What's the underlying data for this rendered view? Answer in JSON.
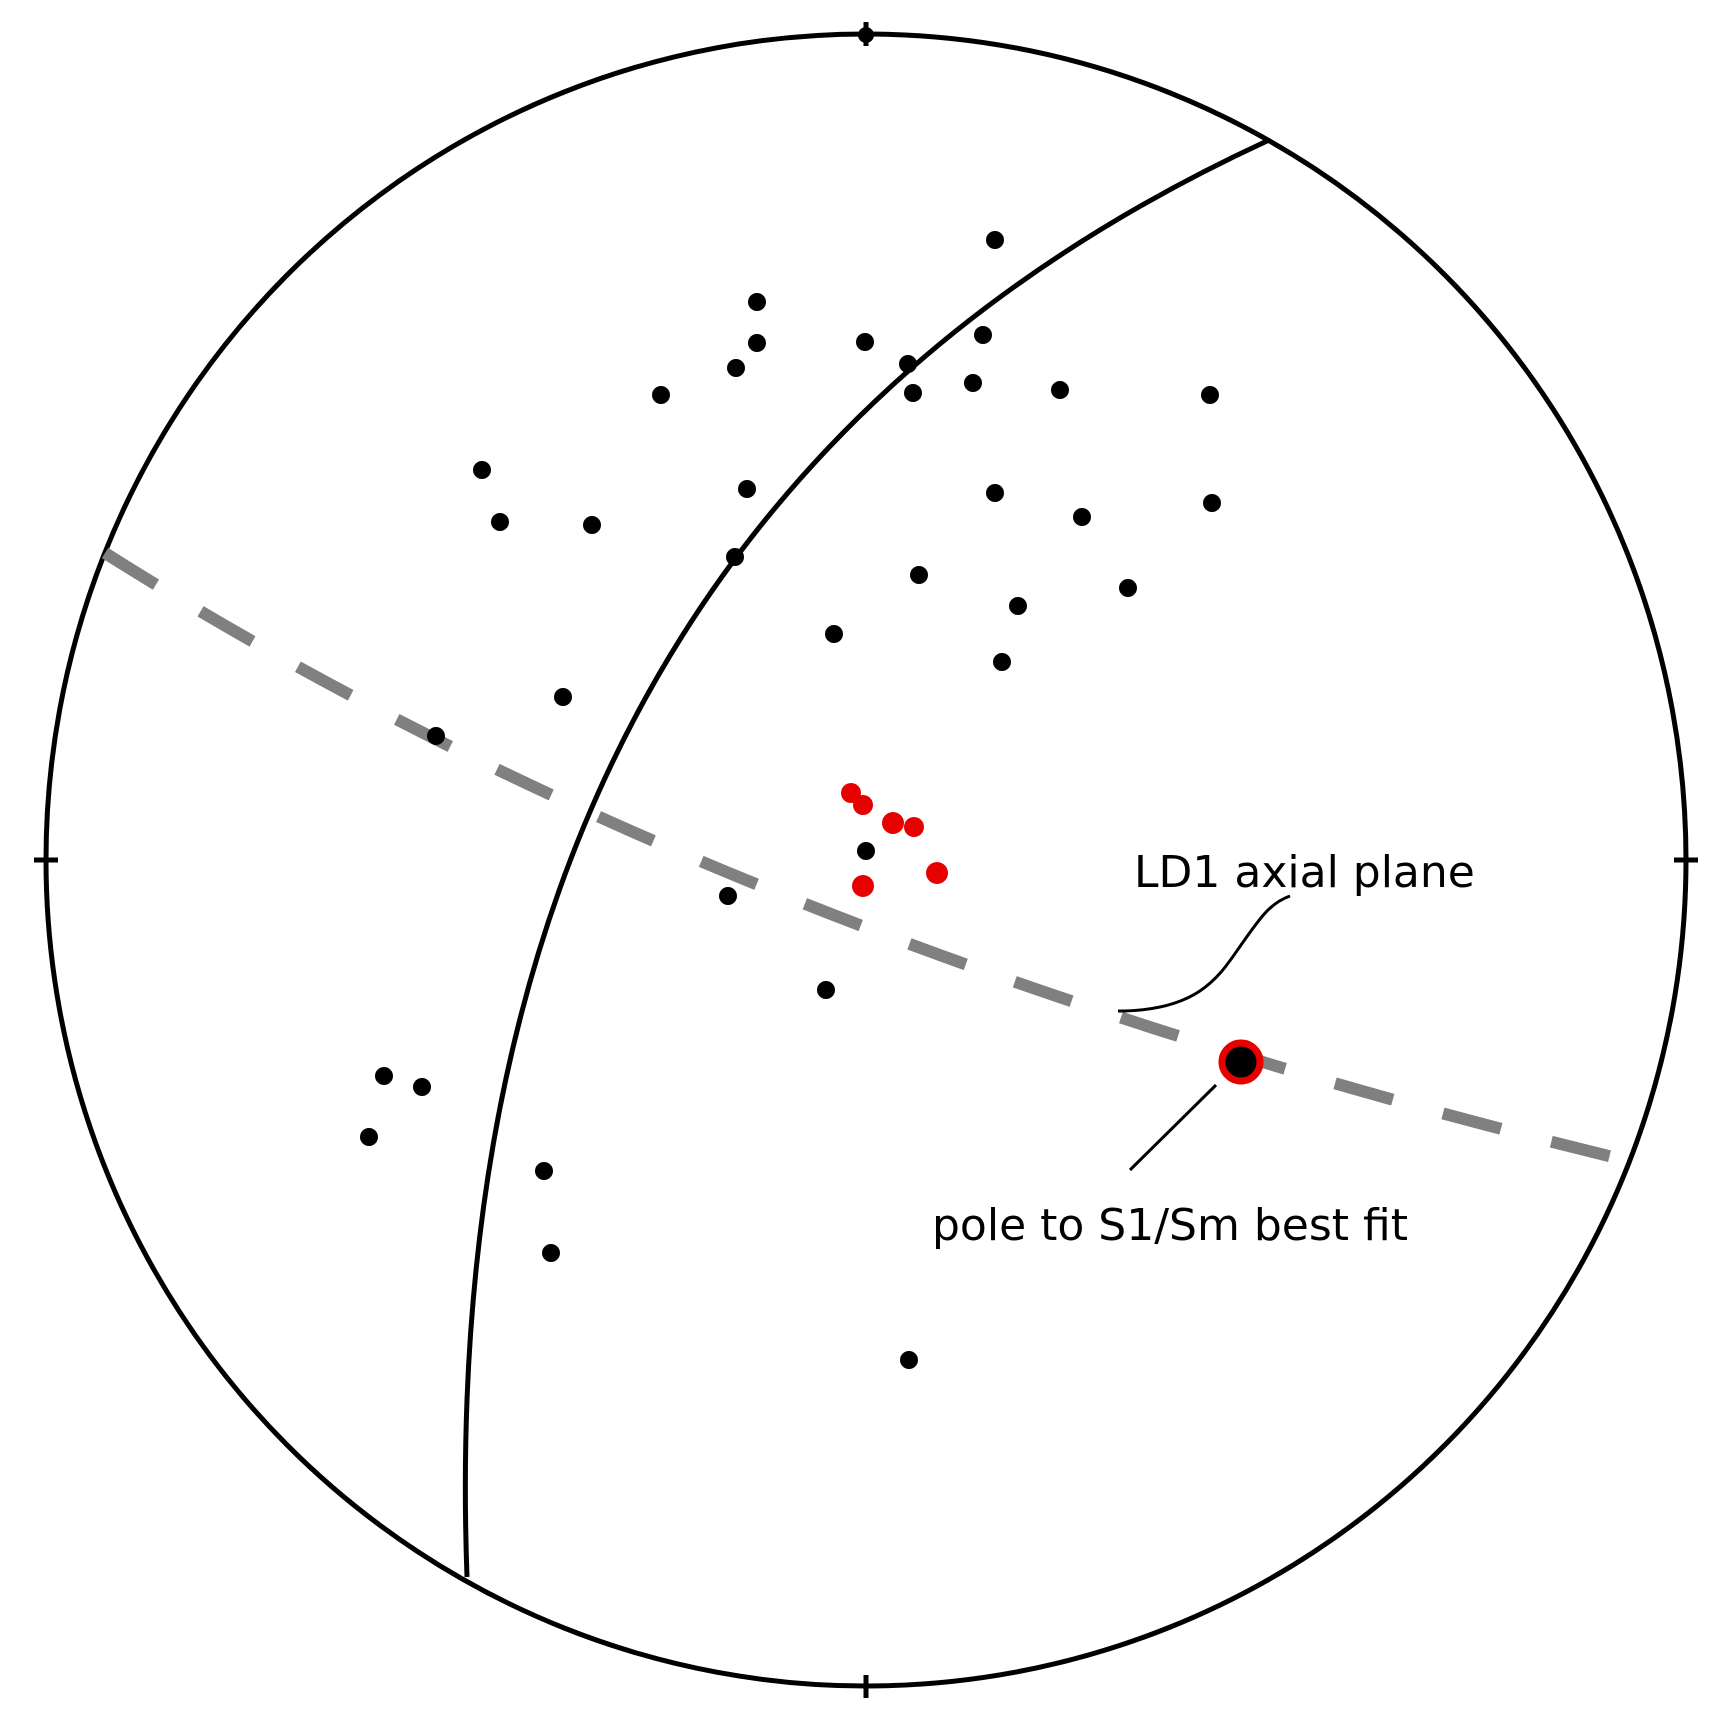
{
  "diagram": {
    "type": "stereonet",
    "labels": {
      "axial_plane": "LD1 axial plane",
      "pole": "pole to S1/Sm best fit"
    },
    "colors": {
      "outline": "#000000",
      "data_point": "#000000",
      "highlight_point": "#e60000",
      "axial_plane_line": "#808080",
      "pole_ring": "#e60000"
    }
  }
}
